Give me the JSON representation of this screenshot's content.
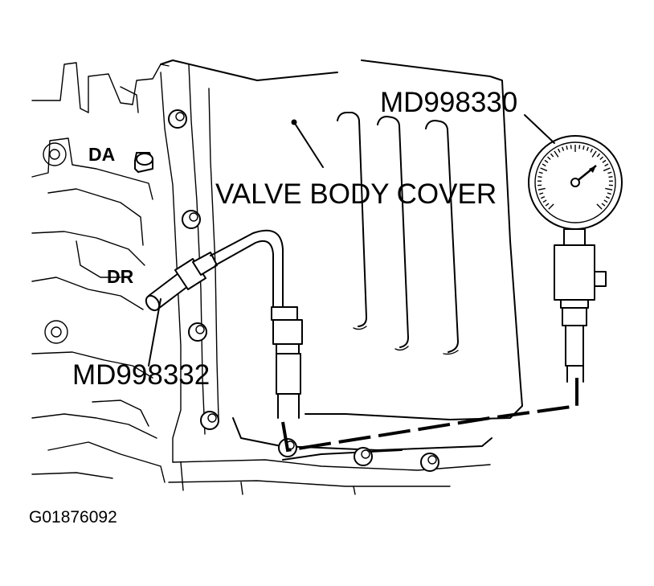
{
  "labels": {
    "valve_body_cover": "VALVE BODY COVER",
    "gauge_tool": "MD998330",
    "adapter_tool": "MD998332",
    "port_da": "DA",
    "port_dr": "DR",
    "figure_id": "G01876092"
  },
  "icons": {
    "gauge": "pressure-gauge-icon",
    "bolt": "bolt-icon"
  }
}
